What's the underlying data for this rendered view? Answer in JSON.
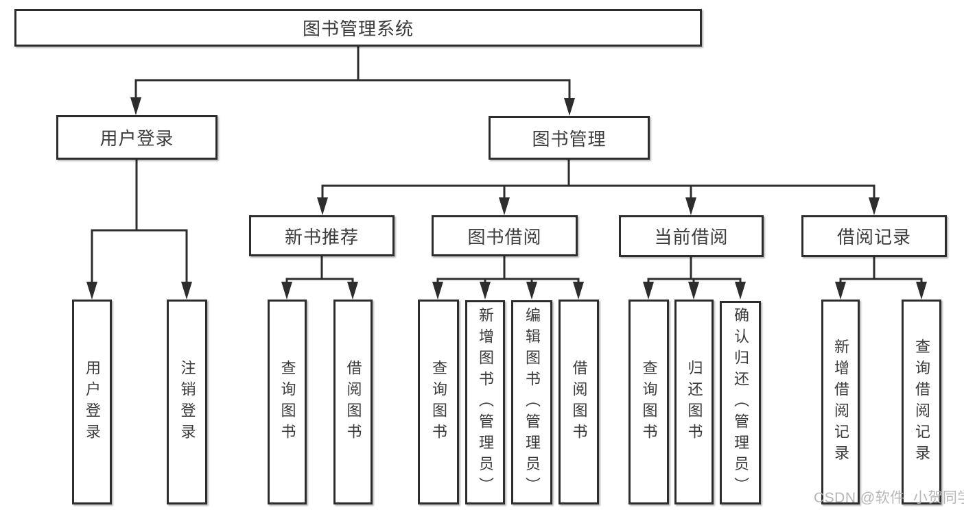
{
  "diagram": {
    "root": {
      "label": "图书管理系统",
      "children": [
        {
          "label": "用户登录",
          "children": [
            {
              "label": "用户登录"
            },
            {
              "label": "注销登录"
            }
          ]
        },
        {
          "label": "图书管理",
          "children": [
            {
              "label": "新书推荐",
              "children": [
                {
                  "label": "查询图书"
                },
                {
                  "label": "借阅图书"
                }
              ]
            },
            {
              "label": "图书借阅",
              "children": [
                {
                  "label": "查询图书"
                },
                {
                  "label": "新增图书（管理员）"
                },
                {
                  "label": "编辑图书（管理员）"
                },
                {
                  "label": "借阅图书"
                }
              ]
            },
            {
              "label": "当前借阅",
              "children": [
                {
                  "label": "查询图书"
                },
                {
                  "label": "归还图书"
                },
                {
                  "label": "确认归还（管理员）"
                }
              ]
            },
            {
              "label": "借阅记录",
              "children": [
                {
                  "label": "新增借阅记录"
                },
                {
                  "label": "查询借阅记录"
                }
              ]
            }
          ]
        }
      ]
    },
    "watermark": "CSDN @软件_小贺同学"
  }
}
